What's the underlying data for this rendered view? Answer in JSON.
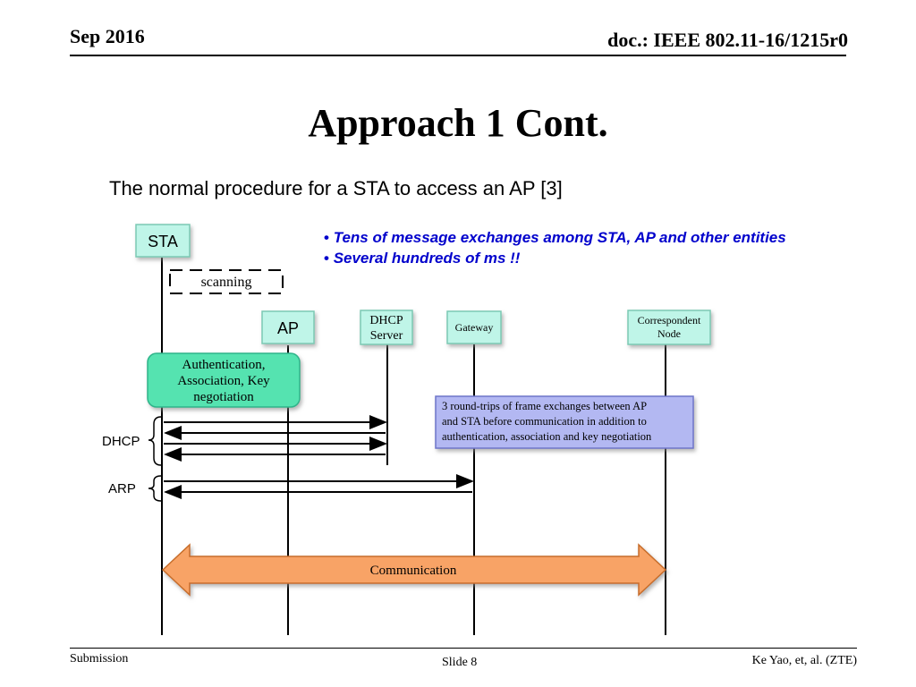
{
  "header": {
    "date": "Sep 2016",
    "doc": "doc.: IEEE 802.11-16/1215r0"
  },
  "title": "Approach 1 Cont.",
  "subtitle": "The normal procedure for a STA to access an AP [3]",
  "bullets": [
    "Tens of message exchanges among STA, AP and other entities",
    "Several hundreds of ms !!"
  ],
  "diagram": {
    "entities": {
      "sta": "STA",
      "ap": "AP",
      "dhcp_line1": "DHCP",
      "dhcp_line2": "Server",
      "gateway": "Gateway",
      "cn_line1": "Correspondent",
      "cn_line2": "Node"
    },
    "scanning": "scanning",
    "auth_lines": [
      "Authentication,",
      "Association, Key",
      "negotiation"
    ],
    "note_lines": [
      "3 round-trips of frame exchanges between AP",
      "and STA before communication in addition to",
      "authentication, association and key negotiation"
    ],
    "dhcp_label": "DHCP",
    "arp_label": "ARP",
    "communication": "Communication",
    "colors": {
      "entity_fill": "#bff5e8",
      "auth_fill": "#55e3b0",
      "note_fill": "#b3b8f2",
      "comm_fill": "#f8a366"
    }
  },
  "footer": {
    "left": "Submission",
    "center": "Slide 8",
    "right": "Ke Yao, et, al. (ZTE)"
  }
}
